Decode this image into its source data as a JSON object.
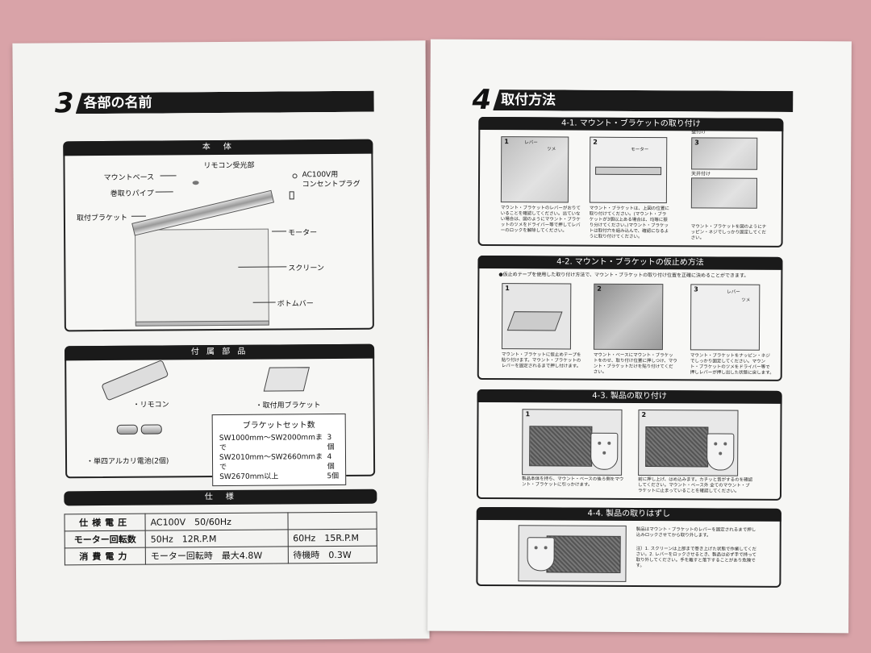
{
  "left": {
    "section3": {
      "num": "3",
      "title": "各部の名前"
    },
    "body_box": {
      "title": "本　体",
      "labels": {
        "mount_base": "マウントベース",
        "roll_pipe": "巻取りパイプ",
        "bracket": "取付ブラケット",
        "remote_receiver": "リモコン受光部",
        "plug_1": "AC100V用",
        "plug_2": "コンセントプラグ",
        "motor": "モーター",
        "screen": "スクリーン",
        "bottom_bar": "ボトムバー"
      }
    },
    "accessories_box": {
      "title": "付 属 部 品",
      "remote": "・リモコン",
      "bracket": "・取付用ブラケット",
      "battery": "・単四アルカリ電池(2個)",
      "bracket_set": {
        "title": "ブラケットセット数",
        "rows": [
          {
            "range": "SW1000mm～SW2000mmまで",
            "count": "3個"
          },
          {
            "range": "SW2010mm～SW2660mmまで",
            "count": "4個"
          },
          {
            "range": "SW2670mm以上",
            "count": "5個"
          }
        ]
      }
    },
    "spec_box": {
      "title": "仕　様",
      "rows": [
        {
          "key": "仕様電圧",
          "val1": "AC100V　50/60Hz",
          "val2": ""
        },
        {
          "key": "モーター回転数",
          "val1": "50Hz　12R.P.M",
          "val2": "60Hz　15R.P.M"
        },
        {
          "key": "消費電力",
          "val1": "モーター回転時　最大4.8W",
          "val2": "待機時　0.3W"
        }
      ]
    }
  },
  "right": {
    "section4": {
      "num": "4",
      "title": "取付方法"
    },
    "p41": {
      "title": "4-1. マウント・ブラケットの取り付け",
      "n1": "1",
      "n2": "2",
      "n3": "3",
      "lever": "レバー",
      "claw": "ツメ",
      "motor": "モーター",
      "ceiling_mount": "壁付け",
      "ceiling": "天井付け",
      "cap1": "マウント・ブラケットのレバーがおりていることを確認してください。出ていない場合は、図のようにマウント・ブラケットのツメをドライバー等で押してレバーのロックを解除してください。",
      "cap2": "マウント・ブラケットは、上図の位置に取り付けてください。(マウント・ブラケットが3個以上ある場合は、均等に振り分けてください。)マウント・ブラケットは取付穴を組み込んで、確認になるように取り付けてください。",
      "cap3": "マウント・ブラケットを図のようにナッピン・ネジでしっかり固定してください。"
    },
    "p42": {
      "title": "4-2. マウント・ブラケットの仮止め方法",
      "intro": "●仮止めテープを使用した取り付け方法で、マウント・ブラケットの取り付け位置を正確に決めることができます。",
      "n1": "1",
      "n2": "2",
      "n3": "3",
      "lever": "レバー",
      "claw": "ツメ",
      "cap1": "マウント・ブラケットに仮止めテープを貼り付けます。マウント・ブラケットのレバーを固定されるまで押し付けます。",
      "cap2": "マウント・ベースにマウント・ブラケットをのせ、取り付け位置に押しつけ、マウント・ブラケットだけを貼り付けてください。",
      "cap3": "マウント・ブラケットをナッピン・ネジでしっかり固定してください。マウント・ブラケットのツメをドライバー等で押しレバーが押し出した状態に戻します。"
    },
    "p43": {
      "title": "4-3. 製品の取り付け",
      "n1": "1",
      "n2": "2",
      "cap1": "製品本体を持ち、マウント・ベースの後ろ側をマウント・ブラケットに引っかけます。",
      "cap2": "前に押し上げ、はめ込みます。カチッと音がするのを確認してください。マウント・ベース外 全てのマウント・ブラケットに止まっていることを確認してください。"
    },
    "p44": {
      "title": "4-4. 製品の取りはずし",
      "cap1": "製品はマウント・ブラケットのレバーを固定されるまで押し込みロックさせてから取り外します。",
      "cap2": "注）1. スクリーンは上部まで巻き上げた状態で作業してください。2. レバーをロックさせるとき、製品は必ず手で持って取り外してください。手を離すと落下することがあり危険です。"
    }
  }
}
